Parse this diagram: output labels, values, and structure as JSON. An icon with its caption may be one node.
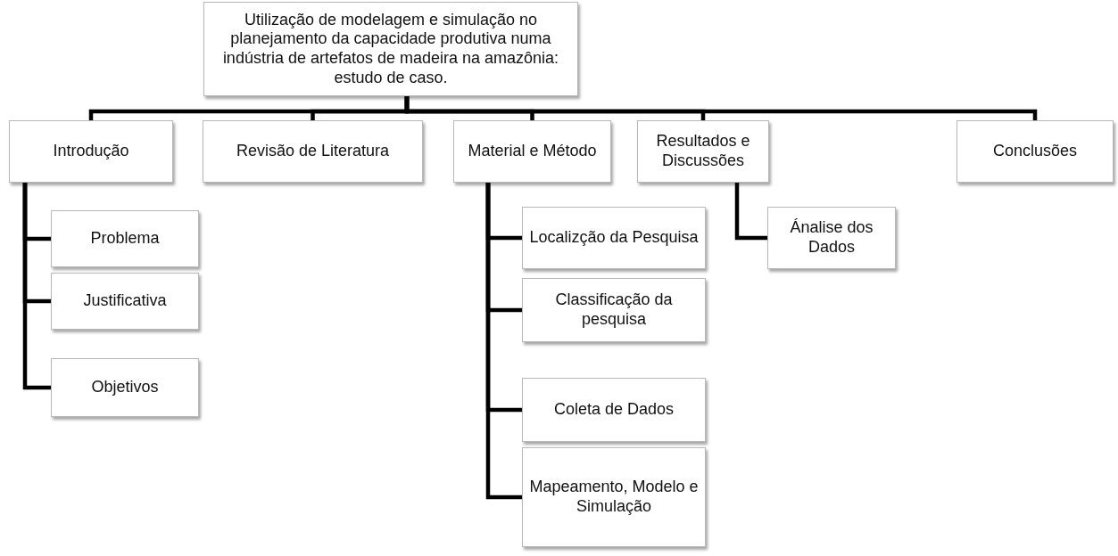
{
  "diagram": {
    "nodes": [
      {
        "text": [
          "Utilização de modelagem e simulação no planejamento da capacidade produtiva numa indústria de artefatos de madeira na amazônia: estudo de caso."
        ]
      },
      {
        "text": [
          "Introdução"
        ]
      },
      {
        "text": [
          "Revisão de Literatura"
        ]
      },
      {
        "text": [
          "Material e Método"
        ]
      },
      {
        "text": [
          "Resultados e Discussões"
        ]
      },
      {
        "text": [
          "Conclusões"
        ]
      },
      {
        "text": [
          "Problema"
        ]
      },
      {
        "text": [
          "Justificativa"
        ]
      },
      {
        "text": [
          "Objetivos"
        ]
      },
      {
        "text": [
          "Localizção da Pesquisa"
        ]
      },
      {
        "text": [
          "Classificação da pesquisa"
        ]
      },
      {
        "text": [
          "Coleta de Dados"
        ]
      },
      {
        "text": [
          "Mapeamento, Modelo e Simulação"
        ]
      },
      {
        "text": [
          "Ánalise dos Dados"
        ]
      }
    ],
    "edges": [
      {
        "from": 0,
        "to": 1,
        "arrow": "none"
      },
      {
        "from": 0,
        "to": 2,
        "arrow": "none"
      },
      {
        "from": 0,
        "to": 3,
        "arrow": "none"
      },
      {
        "from": 0,
        "to": 4,
        "arrow": "none"
      },
      {
        "from": 0,
        "to": 5,
        "arrow": "none"
      },
      {
        "from": 1,
        "to": 6,
        "arrow": "none"
      },
      {
        "from": 1,
        "to": 7,
        "arrow": "none"
      },
      {
        "from": 1,
        "to": 8,
        "arrow": "none"
      },
      {
        "from": 3,
        "to": 9,
        "arrow": "none"
      },
      {
        "from": 3,
        "to": 10,
        "arrow": "none"
      },
      {
        "from": 3,
        "to": 11,
        "arrow": "none"
      },
      {
        "from": 3,
        "to": 12,
        "arrow": "none"
      },
      {
        "from": 4,
        "to": 13,
        "arrow": "none"
      }
    ]
  }
}
